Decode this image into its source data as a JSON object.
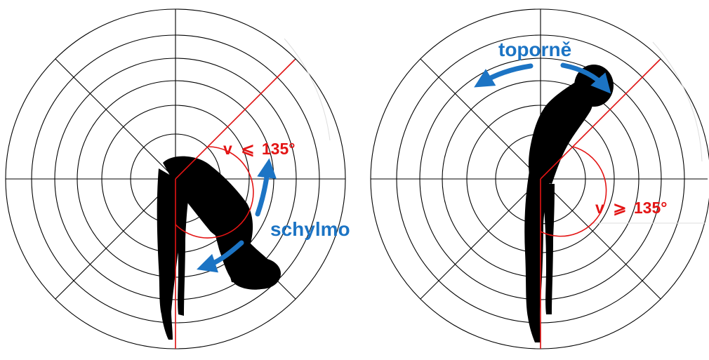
{
  "panels": [
    {
      "id": "left",
      "angle_label": {
        "prefix": "v",
        "relation": "⩽",
        "value": "135°"
      },
      "motion_label": "schylmo"
    },
    {
      "id": "right",
      "angle_label": {
        "prefix": "v",
        "relation": "⩾",
        "value": "135°"
      },
      "motion_label": "toporně"
    }
  ],
  "colors": {
    "grid": "#000000",
    "angle": "#e31414",
    "arrow": "#1c74c4",
    "figure": "#000000"
  }
}
